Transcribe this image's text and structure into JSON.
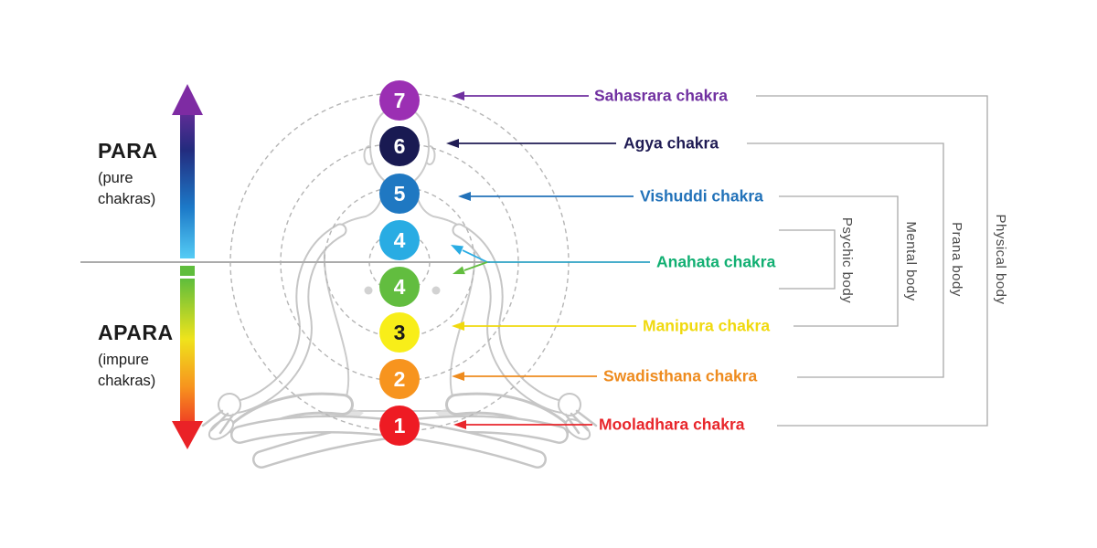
{
  "left_panel": {
    "para_title": "PARA",
    "para_sub1": "(pure",
    "para_sub2": "chakras)",
    "apara_title": "APARA",
    "apara_sub1": "(impure",
    "apara_sub2": "chakras)"
  },
  "chakra_circles": [
    {
      "number": "7",
      "color": "#9B2FB3",
      "text_color": "#ffffff"
    },
    {
      "number": "6",
      "color": "#191A52",
      "text_color": "#ffffff"
    },
    {
      "number": "5",
      "color": "#1F78C2",
      "text_color": "#ffffff"
    },
    {
      "number": "4",
      "color": "#29ACE3",
      "text_color": "#ffffff"
    },
    {
      "number": "4",
      "color": "#62BD3F",
      "text_color": "#ffffff"
    },
    {
      "number": "3",
      "color": "#F8EE19",
      "text_color": "#1a1a1a"
    },
    {
      "number": "2",
      "color": "#F7941E",
      "text_color": "#ffffff"
    },
    {
      "number": "1",
      "color": "#EE1B23",
      "text_color": "#ffffff"
    }
  ],
  "chakra_labels": [
    {
      "name": "Sahasrara chakra",
      "color": "#7030A0"
    },
    {
      "name": "Agya chakra",
      "color": "#201C54"
    },
    {
      "name": "Vishuddi chakra",
      "color": "#2272B9"
    },
    {
      "name": "Anahata chakra",
      "color": "#11AF72"
    },
    {
      "name": "Manipura chakra",
      "color": "#F0D90E"
    },
    {
      "name": "Swadisthana chakra",
      "color": "#EE8B1E"
    },
    {
      "name": "Mooladhara chakra",
      "color": "#E8262B"
    }
  ],
  "body_labels": [
    {
      "name": "Psychic body"
    },
    {
      "name": "Mental body"
    },
    {
      "name": "Prana body"
    },
    {
      "name": "Physical body"
    }
  ],
  "accents": {
    "midline": "#ABABAB",
    "bracket_line": "#A9A9A9",
    "dashed_circle": "#B5B5B5",
    "anahata_line": "#2EA3C4",
    "anahata_branch_up": "#29ACE3",
    "anahata_branch_down": "#62BD3F"
  }
}
